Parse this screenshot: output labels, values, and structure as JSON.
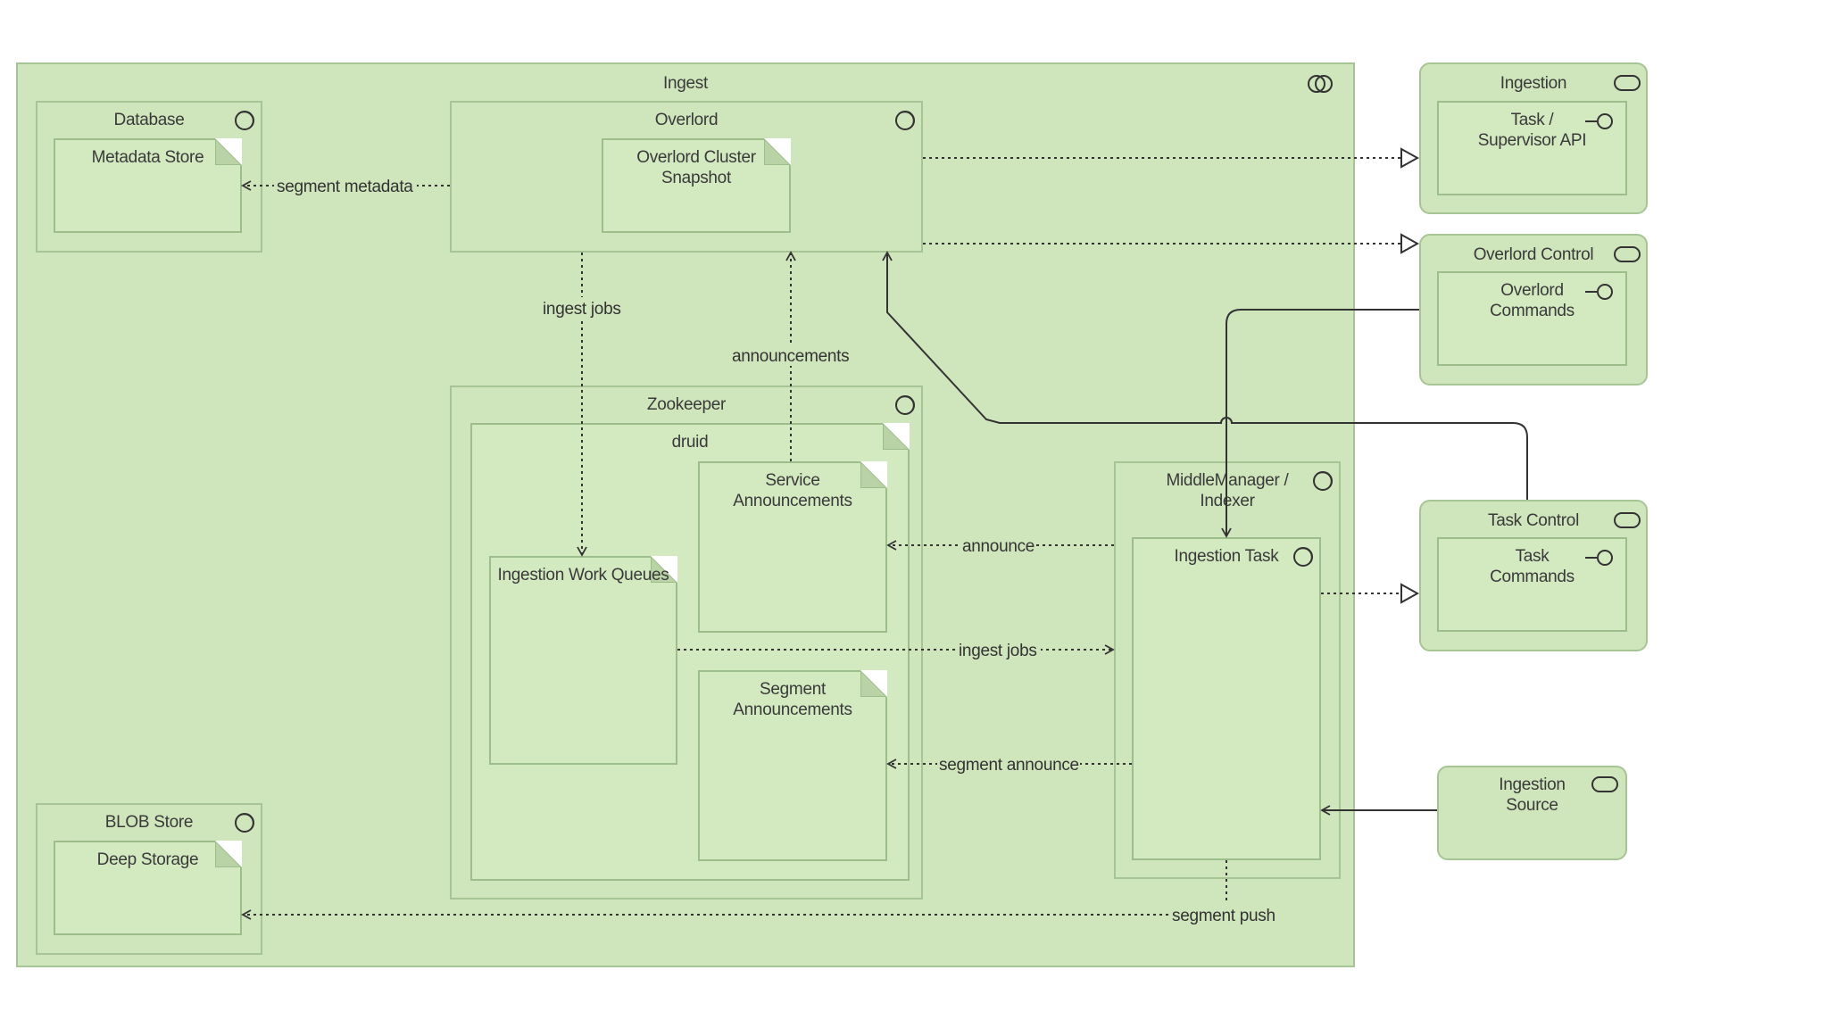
{
  "nodes": {
    "ingest": "Ingest",
    "database": "Database",
    "metadata_store": "Metadata Store",
    "overlord": "Overlord",
    "overlord_snapshot": "Overlord Cluster\nSnapshot",
    "zookeeper": "Zookeeper",
    "druid": "druid",
    "service_announcements": "Service\nAnnouncements",
    "ingestion_work_queues": "Ingestion Work Queues",
    "segment_announcements": "Segment\nAnnouncements",
    "middlemanager": "MiddleManager /\nIndexer",
    "ingestion_task": "Ingestion Task",
    "blob_store": "BLOB Store",
    "deep_storage": "Deep Storage",
    "ingestion_iface": "Ingestion",
    "task_supervisor_api": "Task /\nSupervisor API",
    "overlord_control": "Overlord Control",
    "overlord_commands": "Overlord\nCommands",
    "task_control": "Task Control",
    "task_commands": "Task\nCommands",
    "ingestion_source": "Ingestion\nSource"
  },
  "edges": {
    "segment_metadata": "segment metadata",
    "ingest_jobs_down": "ingest jobs",
    "announcements": "announcements",
    "announce": "announce",
    "ingest_jobs_right": "ingest jobs",
    "segment_announce": "segment announce",
    "segment_push": "segment push"
  },
  "colors": {
    "fill": "#cfe5bb",
    "border": "#a6c494",
    "line": "#333333"
  }
}
